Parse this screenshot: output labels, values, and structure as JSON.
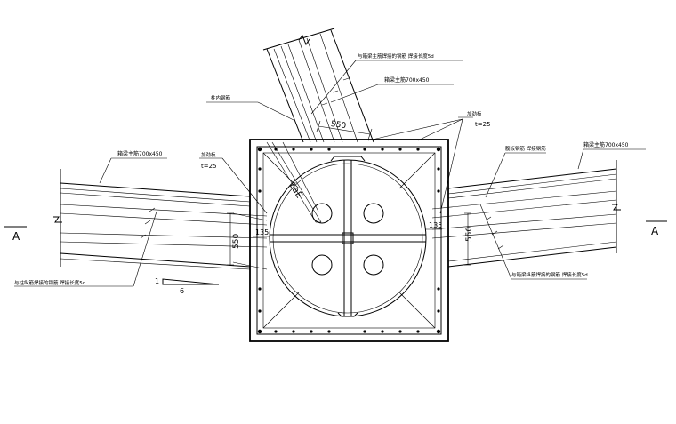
{
  "labels": {
    "section_left": "A",
    "section_right": "A",
    "dim_top": "550",
    "dim_left": "550",
    "dim_right": "550",
    "dim_135_left": "135",
    "dim_135_right": "135",
    "lae": "LaE",
    "slope_1": "1",
    "slope_6": "6",
    "t25_left": "t=25",
    "t25_right": "t=25",
    "beam_left": "箱梁主筋700x450",
    "beam_top": "箱梁主筋700x450",
    "beam_right": "箱梁主筋700x450",
    "top_rebar_note": "与箱梁主筋焊接的钢筋  焊接长度5d",
    "rebar_top_label": "柱内钢筋",
    "left_plate": "加劲板",
    "right_plate": "加劲板",
    "right_rebar": "腹板钢筋  焊接钢筋",
    "left_weld_note": "与柱纵筋焊接的钢筋  焊接长度5d",
    "right_weld_note": "与箱梁纵筋焊接的钢筋  焊接长度5d"
  }
}
